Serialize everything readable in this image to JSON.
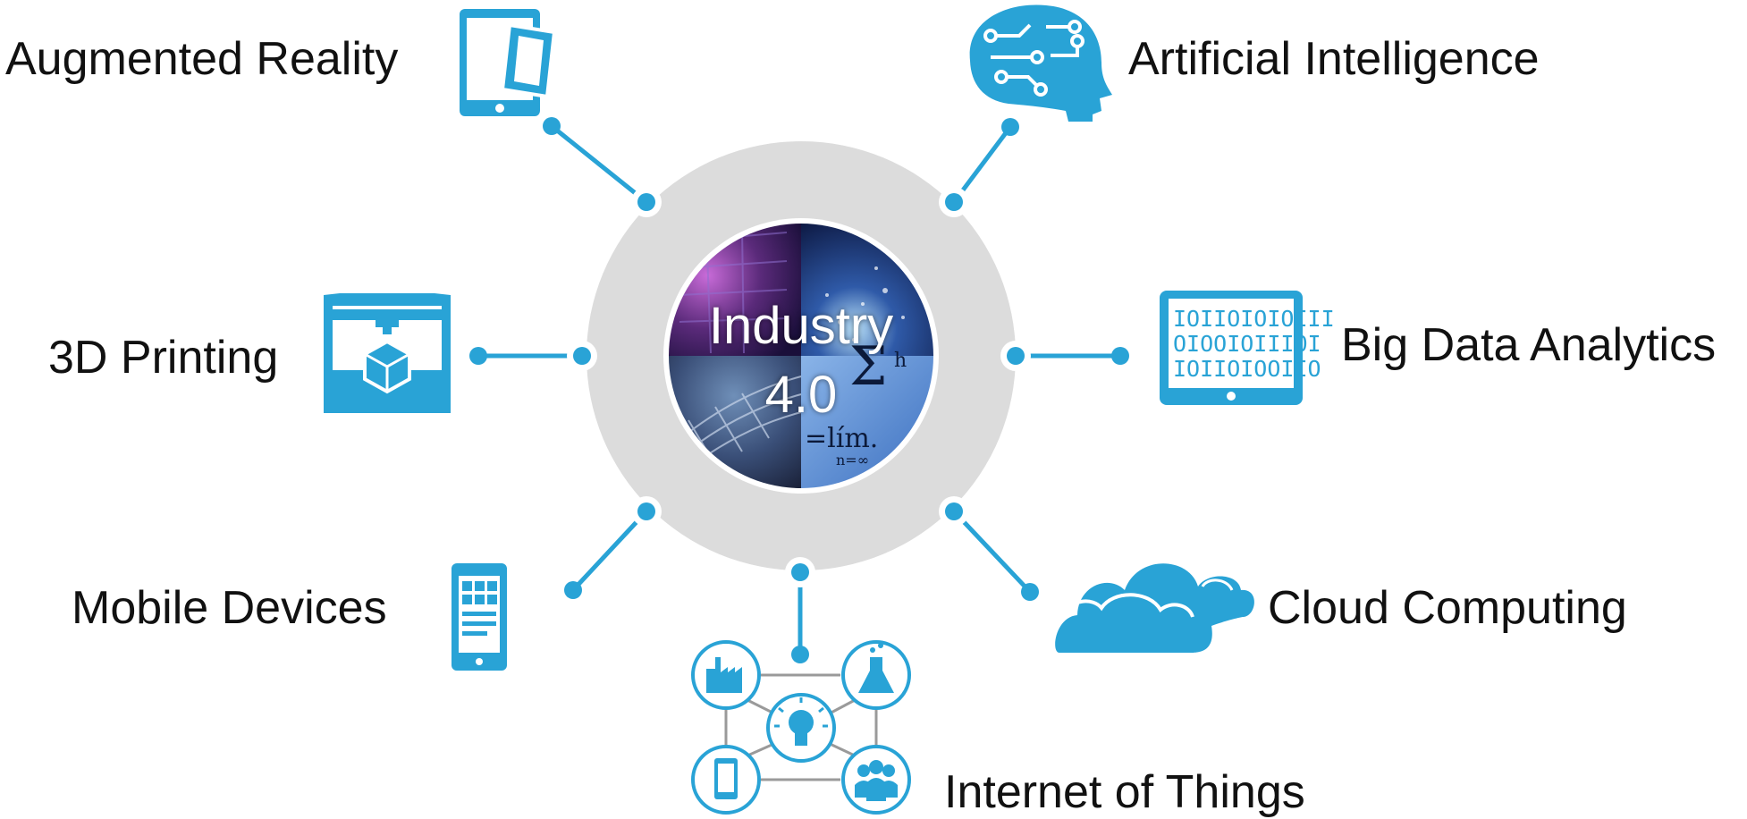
{
  "hub": {
    "line1": "Industry",
    "line2": "4.0"
  },
  "nodes": [
    {
      "id": "augmented-reality",
      "label": "Augmented Reality",
      "icon": "tablet-ar-icon"
    },
    {
      "id": "artificial-intelligence",
      "label": "Artificial Intelligence",
      "icon": "brain-circuit-icon"
    },
    {
      "id": "3d-printing",
      "label": "3D Printing",
      "icon": "3d-printer-icon"
    },
    {
      "id": "big-data",
      "label": "Big Data Analytics",
      "icon": "binary-monitor-icon"
    },
    {
      "id": "mobile-devices",
      "label": "Mobile Devices",
      "icon": "smartphone-icon"
    },
    {
      "id": "cloud-computing",
      "label": "Cloud Computing",
      "icon": "cloud-icon"
    },
    {
      "id": "iot",
      "label": "Internet of Things",
      "icon": "iot-network-icon"
    }
  ],
  "binary_rows": [
    "IOIIOIOIOIII",
    "OIOOIOIIIOI",
    "IOIIOIOOIIO"
  ],
  "colors": {
    "accent": "#29a3d6",
    "ring": "#dcdcdc",
    "text": "#111111"
  }
}
